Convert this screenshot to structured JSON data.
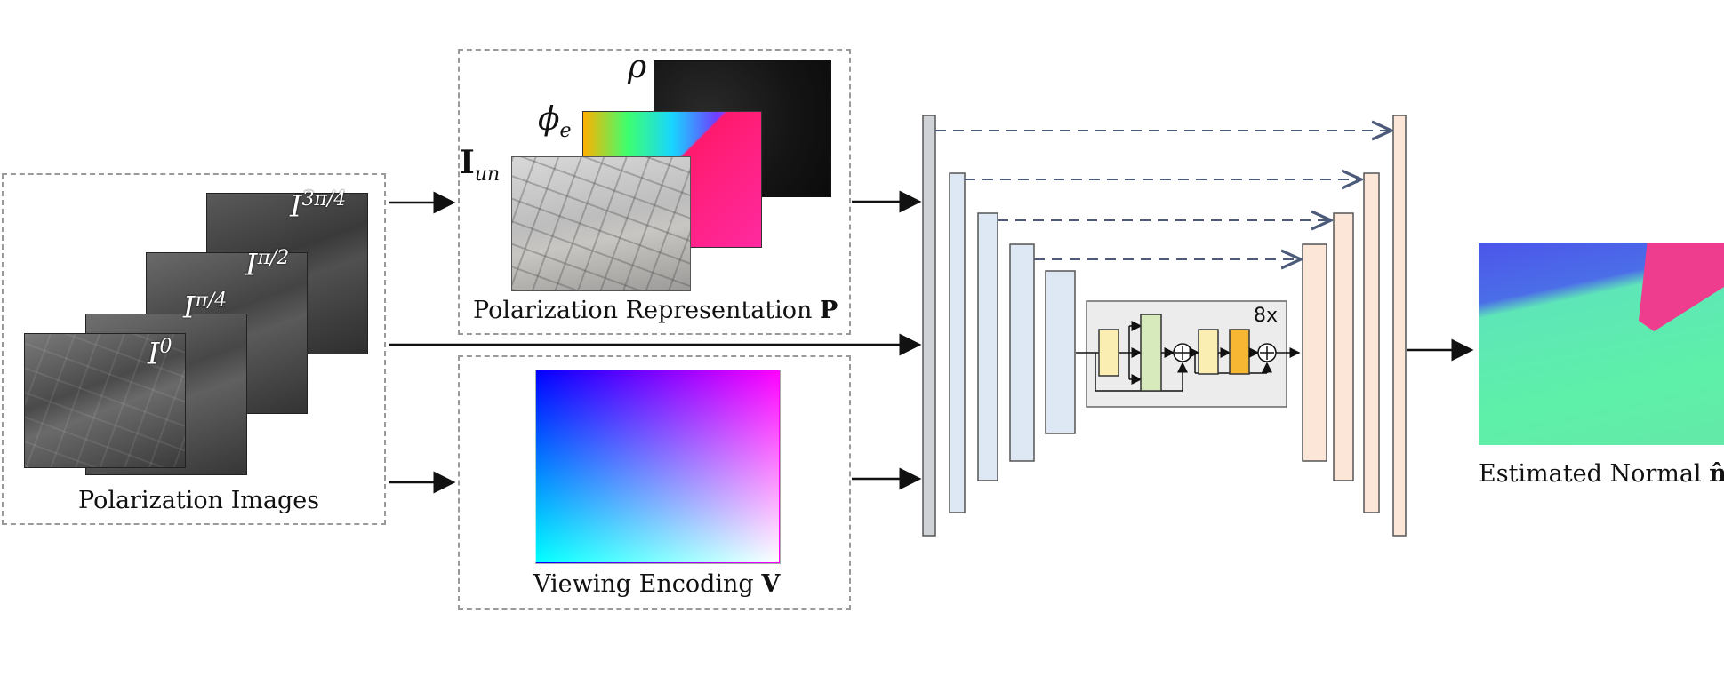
{
  "polarization_images": {
    "caption": "Polarization Images",
    "angle_labels": [
      {
        "base": "I",
        "sup": "0"
      },
      {
        "base": "I",
        "sup": "π/4"
      },
      {
        "base": "I",
        "sup": "π/2"
      },
      {
        "base": "I",
        "sup": "3π/4"
      }
    ]
  },
  "polarization_representation": {
    "caption": "Polarization Representation",
    "symbol": "P",
    "rho_label": "ρ",
    "phi_label": "ϕ",
    "phi_sub": "e",
    "iun_label": "I",
    "iun_sub": "un"
  },
  "viewing_encoding": {
    "caption": "Viewing Encoding",
    "symbol": "V"
  },
  "network": {
    "block_repeat": "8x"
  },
  "output": {
    "caption": "Estimated Normal",
    "symbol": "n̂"
  },
  "colors": {
    "encoder_fill": "#dde8f4",
    "encoder_first": "#cfd3d8",
    "decoder_fill": "#fbe6d8",
    "block_bg": "#ececec",
    "yellow": "#fbeeb3",
    "green": "#d6eabb",
    "orange": "#f7b733",
    "skip_arrow": "#4d5b7a"
  }
}
